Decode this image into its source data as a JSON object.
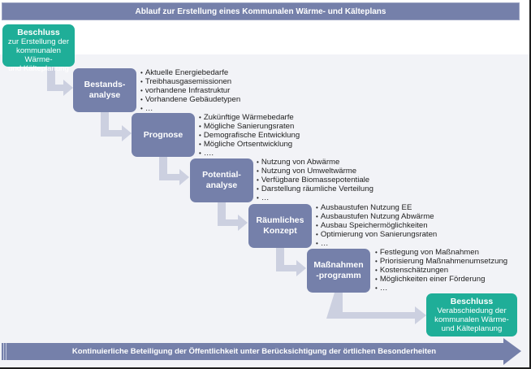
{
  "title": "Ablauf zur Erstellung eines Kommunalen Wärme- und Kälteplans",
  "start_decision": {
    "head": "Beschluss",
    "lines": [
      "zur Erstellung der",
      "kommunalen Wärme-",
      "und Kälteplanung"
    ]
  },
  "steps": [
    {
      "label_lines": [
        "Bestands-",
        "analyse"
      ],
      "bullets": [
        "Aktuelle Energiebedarfe",
        "Treibhausgasemissionen",
        "vorhandene Infrastruktur",
        "Vorhandene Gebäudetypen",
        "…"
      ]
    },
    {
      "label_lines": [
        "Prognose"
      ],
      "bullets": [
        "Zukünftige Wärmebedarfe",
        "Mögliche Sanierungsraten",
        "Demografische Entwicklung",
        "Mögliche Ortsentwicklung",
        "…."
      ]
    },
    {
      "label_lines": [
        "Potential-",
        "analyse"
      ],
      "bullets": [
        "Nutzung von Abwärme",
        "Nutzung von Umweltwärme",
        "Verfügbare Biomassepotentiale",
        "Darstellung räumliche Verteilung",
        "…"
      ]
    },
    {
      "label_lines": [
        "Räumliches",
        "Konzept"
      ],
      "bullets": [
        "Ausbaustufen Nutzung EE",
        "Ausbaustufen Nutzung Abwärme",
        "Ausbau Speichermöglichkeiten",
        "Optimierung von Sanierungsraten",
        "…"
      ]
    },
    {
      "label_lines": [
        "Maßnahmen",
        "-programm"
      ],
      "bullets": [
        "Festlegung von Maßnahmen",
        "Priorisierung Maßnahmenumsetzung",
        "Kostenschätzungen",
        "Möglichkeiten einer Förderung",
        "…"
      ]
    }
  ],
  "end_decision": {
    "head": "Beschluss",
    "lines": [
      "Verabschiedung der",
      "kommunalen Wärme-",
      "und Kälteplanung"
    ]
  },
  "bottom_banner": "Kontinuierliche Beteiligung der Öffentlichkeit unter Berücksichtigung der örtlichen Besonderheiten",
  "colors": {
    "step_box": "#7580aa",
    "decision_box": "#1fae98",
    "connector": "#ccd0e0",
    "background": "#f2f3f7"
  }
}
